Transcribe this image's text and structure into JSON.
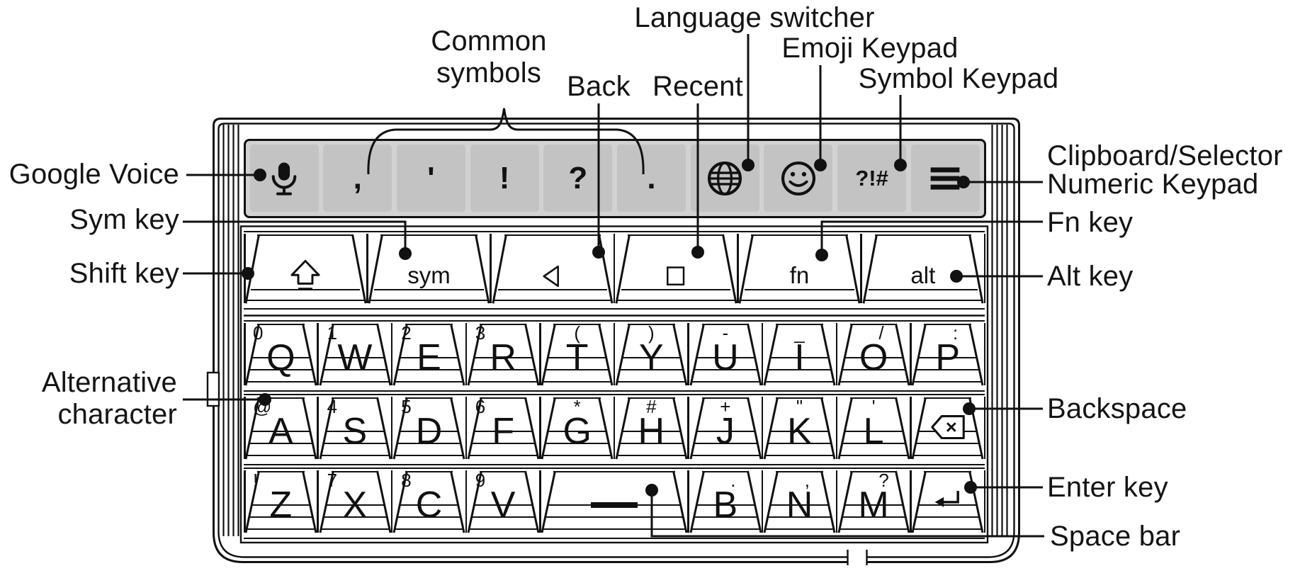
{
  "labels": {
    "common_symbols": "Common symbols",
    "back": "Back",
    "recent": "Recent",
    "language_switcher": "Language switcher",
    "emoji_keypad": "Emoji Keypad",
    "symbol_keypad": "Symbol Keypad",
    "google_voice": "Google Voice",
    "sym_key": "Sym key",
    "shift_key": "Shift key",
    "alternative_character": "Alternative character",
    "clipboard_selector": "Clipboard/Selector",
    "numeric_keypad": "Numeric Keypad",
    "fn_key": "Fn key",
    "alt_key": "Alt key",
    "backspace": "Backspace",
    "enter_key": "Enter key",
    "space_bar": "Space bar"
  },
  "colors": {
    "line": "#111111",
    "toolbar_panel": "#d2d2d2",
    "toolbar_key": "#c3c3c3",
    "key_fill": "#ffffff"
  },
  "keyboard": {
    "toolbar_keys": [
      {
        "name": "google-voice-key",
        "icon": "mic"
      },
      {
        "name": "comma-key",
        "symbol": ","
      },
      {
        "name": "apostrophe-key",
        "symbol": "'"
      },
      {
        "name": "exclamation-key",
        "symbol": "!"
      },
      {
        "name": "question-key",
        "symbol": "?"
      },
      {
        "name": "period-key",
        "symbol": "."
      },
      {
        "name": "language-switcher-key",
        "icon": "globe"
      },
      {
        "name": "emoji-keypad-key",
        "icon": "smiley"
      },
      {
        "name": "symbol-keypad-key",
        "symbol": "?!#"
      },
      {
        "name": "clipboard-selector-key",
        "icon": "menu"
      }
    ],
    "function_keys": [
      {
        "name": "shift-key",
        "icon": "shift"
      },
      {
        "name": "sym-key",
        "label": "sym"
      },
      {
        "name": "back-key",
        "icon": "back"
      },
      {
        "name": "recent-key",
        "icon": "recent"
      },
      {
        "name": "fn-key",
        "label": "fn"
      },
      {
        "name": "alt-key",
        "label": "alt"
      }
    ],
    "letter_rows": [
      [
        {
          "name": "key-q",
          "main": "Q",
          "alt": "0",
          "alt_pos": "l"
        },
        {
          "name": "key-w",
          "main": "W",
          "alt": "1",
          "alt_pos": "l"
        },
        {
          "name": "key-e",
          "main": "E",
          "alt": "2",
          "alt_pos": "l"
        },
        {
          "name": "key-r",
          "main": "R",
          "alt": "3",
          "alt_pos": "l"
        },
        {
          "name": "key-t",
          "main": "T",
          "alt": "(",
          "alt_pos": "c"
        },
        {
          "name": "key-y",
          "main": "Y",
          "alt": ")",
          "alt_pos": "c"
        },
        {
          "name": "key-u",
          "main": "U",
          "alt": "-",
          "alt_pos": "c"
        },
        {
          "name": "key-i",
          "main": "I",
          "alt": "_",
          "alt_pos": "c"
        },
        {
          "name": "key-o",
          "main": "O",
          "alt": "/",
          "alt_pos": "r"
        },
        {
          "name": "key-p",
          "main": "P",
          "alt": ":",
          "alt_pos": "r"
        }
      ],
      [
        {
          "name": "key-a",
          "main": "A",
          "alt": "@",
          "alt_pos": "l"
        },
        {
          "name": "key-s",
          "main": "S",
          "alt": "4",
          "alt_pos": "l"
        },
        {
          "name": "key-d",
          "main": "D",
          "alt": "5",
          "alt_pos": "l"
        },
        {
          "name": "key-f",
          "main": "F",
          "alt": "6",
          "alt_pos": "l"
        },
        {
          "name": "key-g",
          "main": "G",
          "alt": "*",
          "alt_pos": "c"
        },
        {
          "name": "key-h",
          "main": "H",
          "alt": "#",
          "alt_pos": "c"
        },
        {
          "name": "key-j",
          "main": "J",
          "alt": "+",
          "alt_pos": "c"
        },
        {
          "name": "key-k",
          "main": "K",
          "alt": "\"",
          "alt_pos": "c"
        },
        {
          "name": "key-l",
          "main": "L",
          "alt": "'",
          "alt_pos": "c"
        },
        {
          "name": "key-backspace",
          "icon": "backspace"
        }
      ],
      [
        {
          "name": "key-z",
          "main": "Z",
          "alt": "!",
          "alt_pos": "l"
        },
        {
          "name": "key-x",
          "main": "X",
          "alt": "7",
          "alt_pos": "l"
        },
        {
          "name": "key-c",
          "main": "C",
          "alt": "8",
          "alt_pos": "l"
        },
        {
          "name": "key-v",
          "main": "V",
          "alt": "9",
          "alt_pos": "l"
        },
        {
          "name": "key-space",
          "icon": "space",
          "span": 2
        },
        {
          "name": "key-b",
          "main": "B",
          "alt": ".",
          "alt_pos": "r"
        },
        {
          "name": "key-n",
          "main": "N",
          "alt": ",",
          "alt_pos": "r"
        },
        {
          "name": "key-m",
          "main": "M",
          "alt": "?",
          "alt_pos": "r"
        },
        {
          "name": "key-enter",
          "icon": "enter"
        }
      ]
    ]
  }
}
